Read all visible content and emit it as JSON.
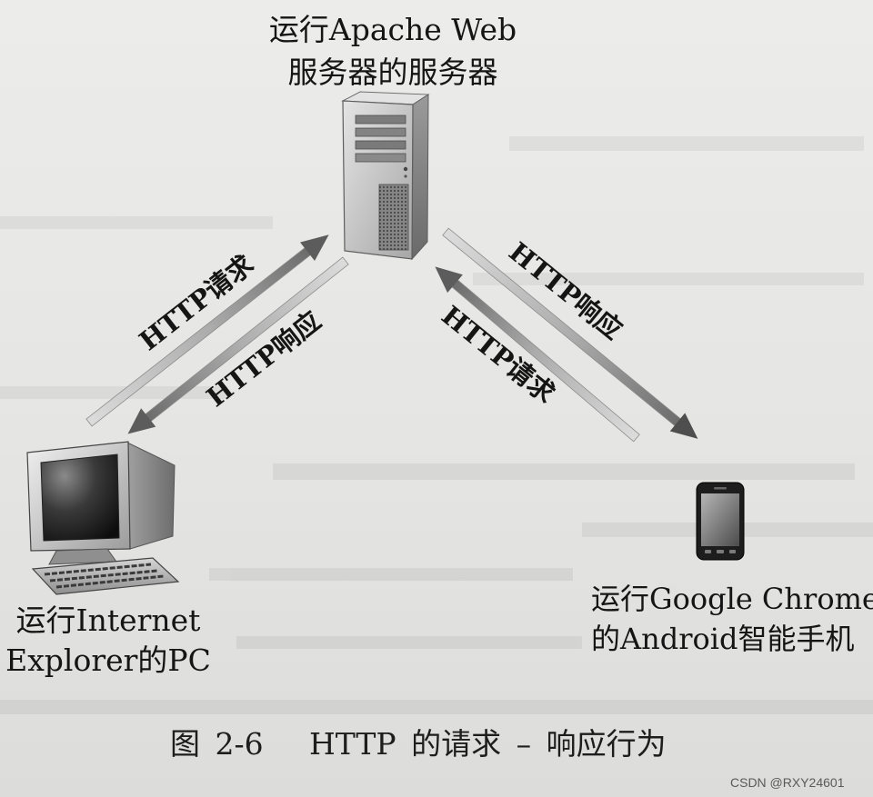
{
  "figure": {
    "server": {
      "label_lines": [
        "运行Apache Web",
        "服务器的服务器"
      ],
      "icon": "server-tower-icon"
    },
    "pc": {
      "label_lines": [
        "运行Internet",
        "Explorer的PC"
      ],
      "icon": "desktop-computer-icon"
    },
    "phone": {
      "label_lines": [
        "运行Google Chrome",
        "的Android智能手机"
      ],
      "icon": "smartphone-icon"
    },
    "arrows": {
      "pc_to_server": "HTTP请求",
      "server_to_pc": "HTTP响应",
      "server_to_phone": "HTTP响应",
      "phone_to_server": "HTTP请求"
    },
    "caption": {
      "number": "图 2-6",
      "text": "HTTP 的请求 – 响应行为"
    }
  },
  "watermark": "CSDN @RXY24601",
  "colors": {
    "paper": "#e6e6e4",
    "ink": "#151515",
    "arrow_light": "#d9d9d9",
    "arrow_dark": "#5c5c5c"
  }
}
